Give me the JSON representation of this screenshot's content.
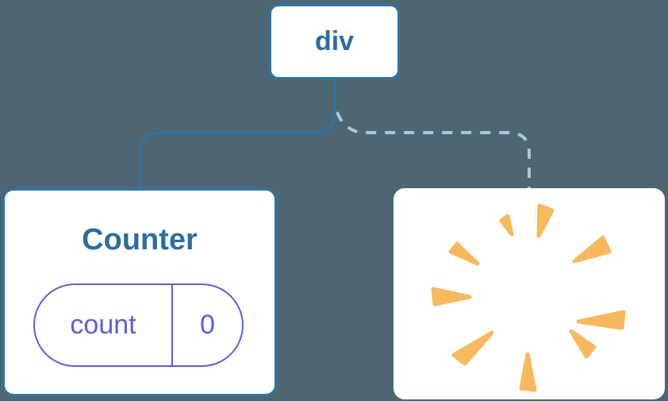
{
  "diagram": {
    "description": "React component tree diagram: root div node with one preserved child (Counter with state) and one removed child (poof)",
    "background_color": "#4d6671",
    "root_node": {
      "label": "div",
      "border_color": "#2b76a8",
      "text_color": "#2b6e9e"
    },
    "edges": [
      {
        "type": "solid",
        "color": "#2b74a8",
        "target": "counter_card"
      },
      {
        "type": "dashed",
        "color": "#a5c8de",
        "target": "removed_card"
      }
    ],
    "counter_card": {
      "title": "Counter",
      "title_color": "#2b6e9e",
      "border_color": "#2b76a8",
      "state_badge": {
        "key": "count",
        "value": "0",
        "accent_color": "#5d5ddf"
      }
    },
    "removed_card": {
      "icon": "poof-icon",
      "poof_color": "#f8b95c"
    }
  }
}
